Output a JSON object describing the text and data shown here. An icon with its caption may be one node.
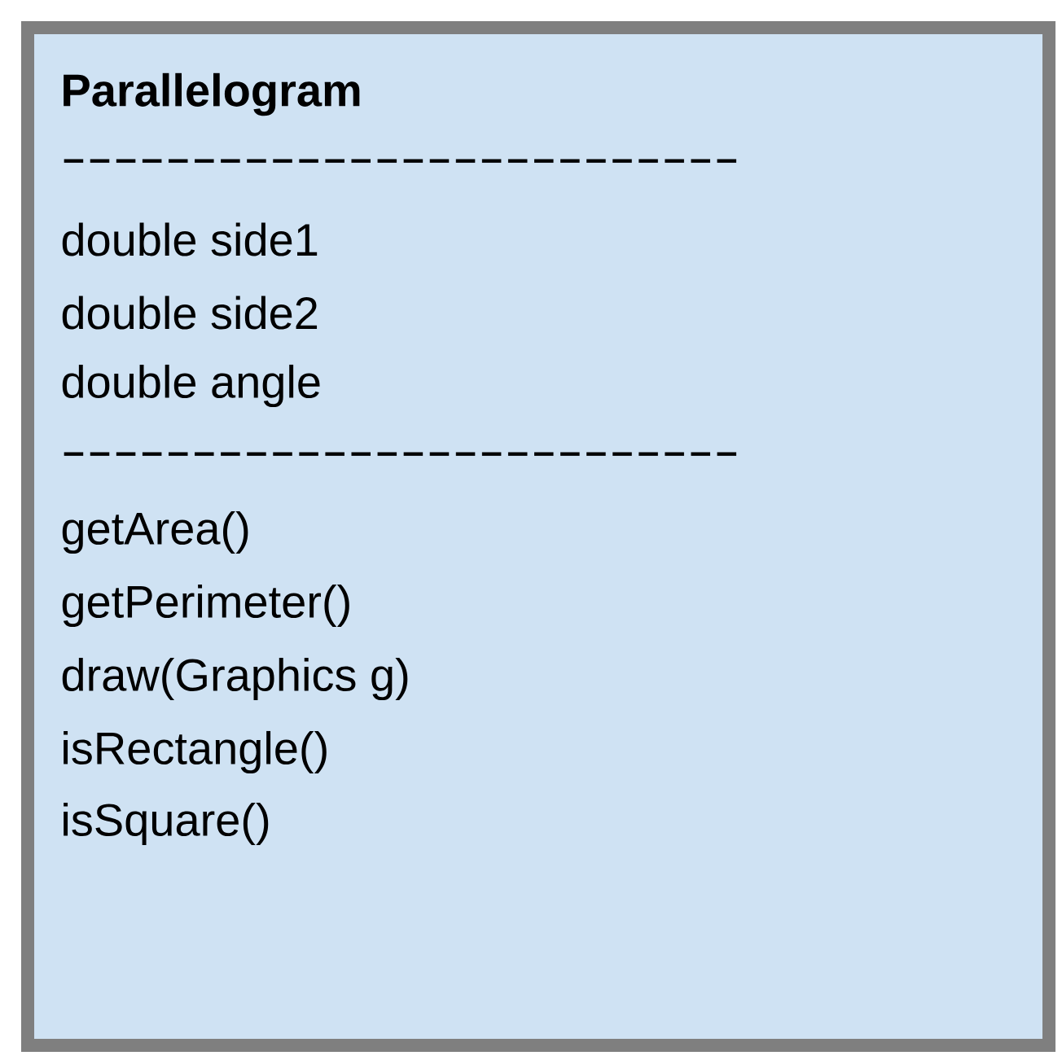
{
  "diagram": {
    "nodes": [
      {
        "text": [
          "Parallelogram",
          "--------------------------",
          "double side1",
          "double side2",
          "double angle",
          "--------------------------",
          "getArea()",
          "getPerimeter()",
          "draw(Graphics g)",
          "isRectangle()",
          "isSquare()"
        ]
      }
    ]
  }
}
